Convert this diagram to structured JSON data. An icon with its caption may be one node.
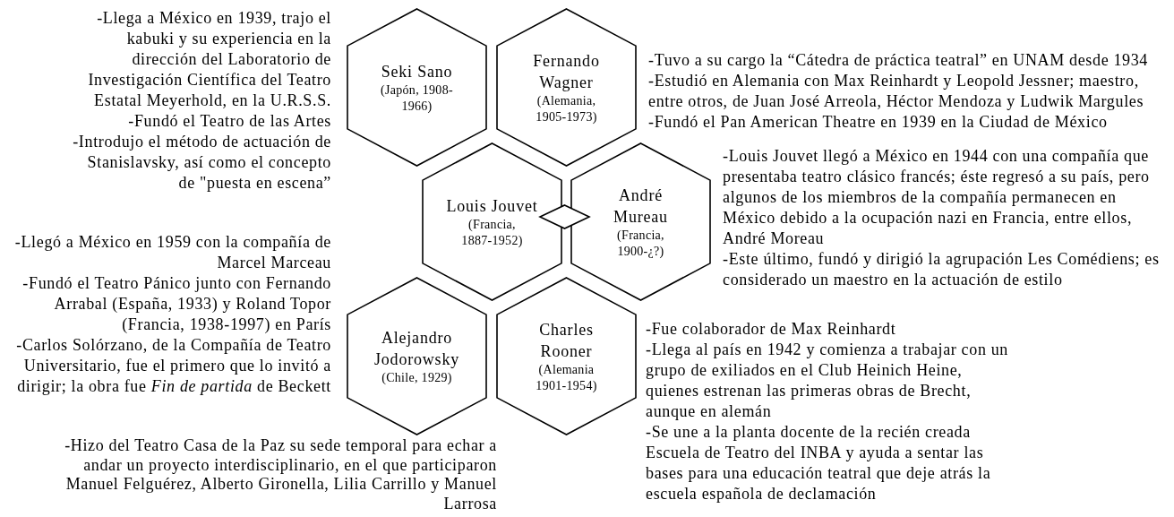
{
  "diagram": {
    "nodes": [
      {
        "text": [
          "Seki Sano",
          "(Japón, 1908-1966)"
        ],
        "beside": [
          "-Llega a México en 1939, trajo el kabuki y su experiencia en la dirección del Laboratorio de Investigación Científica del Teatro Estatal Meyerhold, en la U.R.S.S.",
          "-Fundó el Teatro de las Artes",
          "-Introdujo el método de actuación de Stanislavsky, así como el concepto de \"puesta en escena”"
        ]
      },
      {
        "text": [
          "Fernando Wagner",
          "(Alemania, 1905-1973)"
        ],
        "beside": [
          "-Tuvo a su cargo la “Cátedra de práctica teatral” en UNAM desde 1934",
          "-Estudió en Alemania con Max Reinhardt y Leopold Jessner; maestro, entre otros, de Juan José Arreola, Héctor Mendoza y Ludwik Margules",
          "-Fundó el Pan American Theatre en 1939 en la Ciudad de México"
        ]
      },
      {
        "text": [
          "Louis Jouvet",
          "(Francia, 1887-1952)"
        ]
      },
      {
        "text": [],
        "shape": "diamond"
      },
      {
        "text": [
          "André Mureau",
          "(Francia, 1900-¿?)"
        ],
        "beside": [
          "-Louis Jouvet llegó a México en 1944 con una compañía que presentaba teatro clásico francés; éste regresó a su país, pero algunos de los miembros de la compañía permanecen en México debido a la ocupación nazi en Francia, entre ellos, André Moreau",
          "-Este último, fundó y dirigió la agrupación Les Comédiens; es considerado un maestro en la actuación de estilo"
        ]
      },
      {
        "text": [
          "Alejandro Jodorowsky",
          "(Chile, 1929)"
        ],
        "beside": [
          "-Llegó a México en 1959 con la compañía de Marcel Marceau",
          "-Fundó el Teatro Pánico junto con Fernando Arrabal (España, 1933) y Roland Topor (Francia, 1938-1997) en París",
          "-Carlos Solórzano, de la Compañía de Teatro Universitario, fue el primero que lo invitó a dirigir; la obra fue *Fin de partida* de Beckett",
          "-Hizo del Teatro Casa de la Paz su sede temporal para echar a andar un proyecto interdisciplinario, en el que participaron Manuel Felguérez, Alberto Gironella, Lilia Carrillo y Manuel Larrosa"
        ]
      },
      {
        "text": [
          "Charles Rooner",
          "(Alemania 1901-1954)"
        ],
        "beside": [
          "-Fue colaborador de Max Reinhardt",
          "-Llega al país en 1942 y comienza a trabajar con un grupo de exiliados en el Club Heinich Heine, quienes estrenan las primeras obras de Brecht, aunque en alemán",
          "-Se une a la planta docente de la recién creada Escuela de Teatro del INBA y ayuda a sentar las bases para una educación teatral que deje atrás la escuela española de declamación"
        ]
      }
    ]
  }
}
